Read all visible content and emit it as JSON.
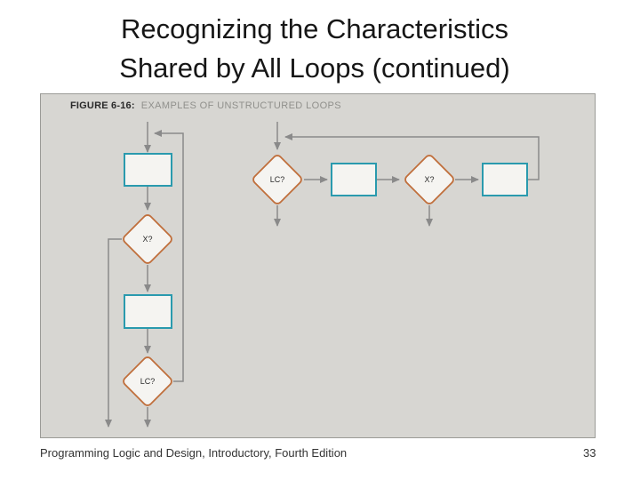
{
  "slide": {
    "title_line1": "Recognizing the Characteristics",
    "title_line2": "Shared by All Loops (continued)",
    "footer": "Programming Logic and Design, Introductory, Fourth Edition",
    "page_number": "33"
  },
  "figure": {
    "caption_label": "FIGURE 6-16:",
    "caption_text": "EXAMPLES OF UNSTRUCTURED LOOPS"
  },
  "diagram": {
    "left_loop": {
      "decision1_label": "X?",
      "decision2_label": "LC?"
    },
    "right_loop": {
      "decision1_label": "LC?",
      "decision2_label": "X?"
    }
  },
  "colors": {
    "process_border": "#2a9aae",
    "decision_border": "#c06f3c",
    "connector": "#8a8a8a",
    "figure_bg": "#d7d6d2",
    "figure_border": "#9b9b97",
    "shape_fill": "#f5f4f1",
    "caption_label_color": "#2a2a2a",
    "caption_text_color": "#90908c"
  }
}
